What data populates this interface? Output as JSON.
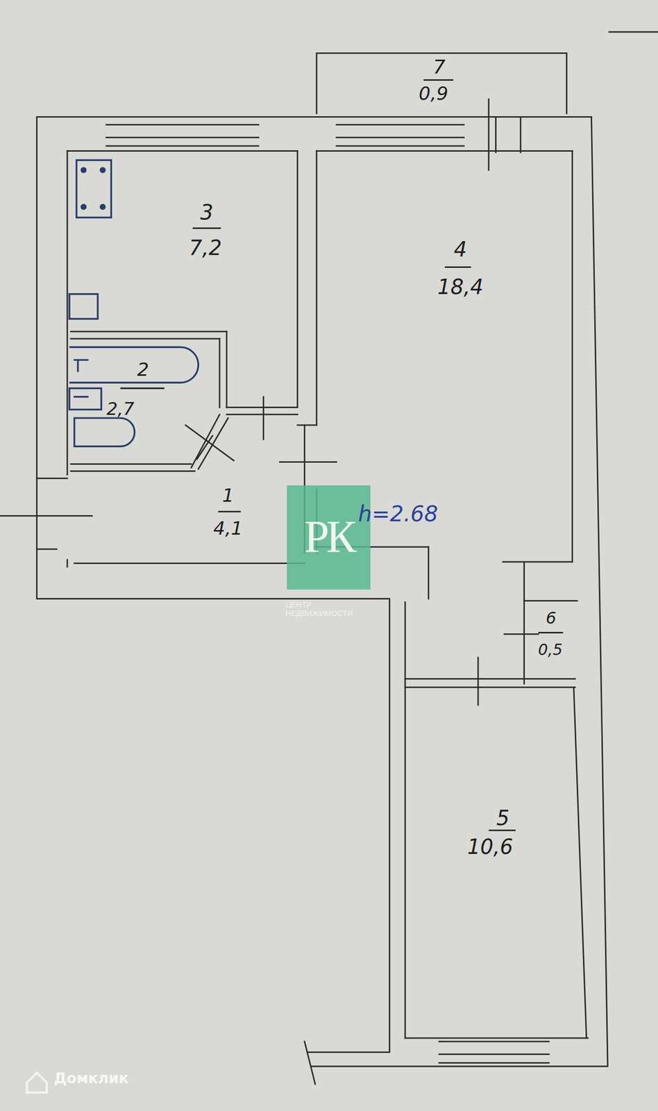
{
  "diagram": {
    "labels": [
      "7",
      "0,9",
      "3",
      "7,2",
      "4",
      "18,4",
      "2",
      "2,7",
      "1",
      "4,1",
      "h=2.68",
      "6",
      "0,5",
      "5",
      "10,6",
      "РК",
      "ЦЕНТР НЕДВИЖИМОСТИ",
      "Домклик"
    ]
  }
}
